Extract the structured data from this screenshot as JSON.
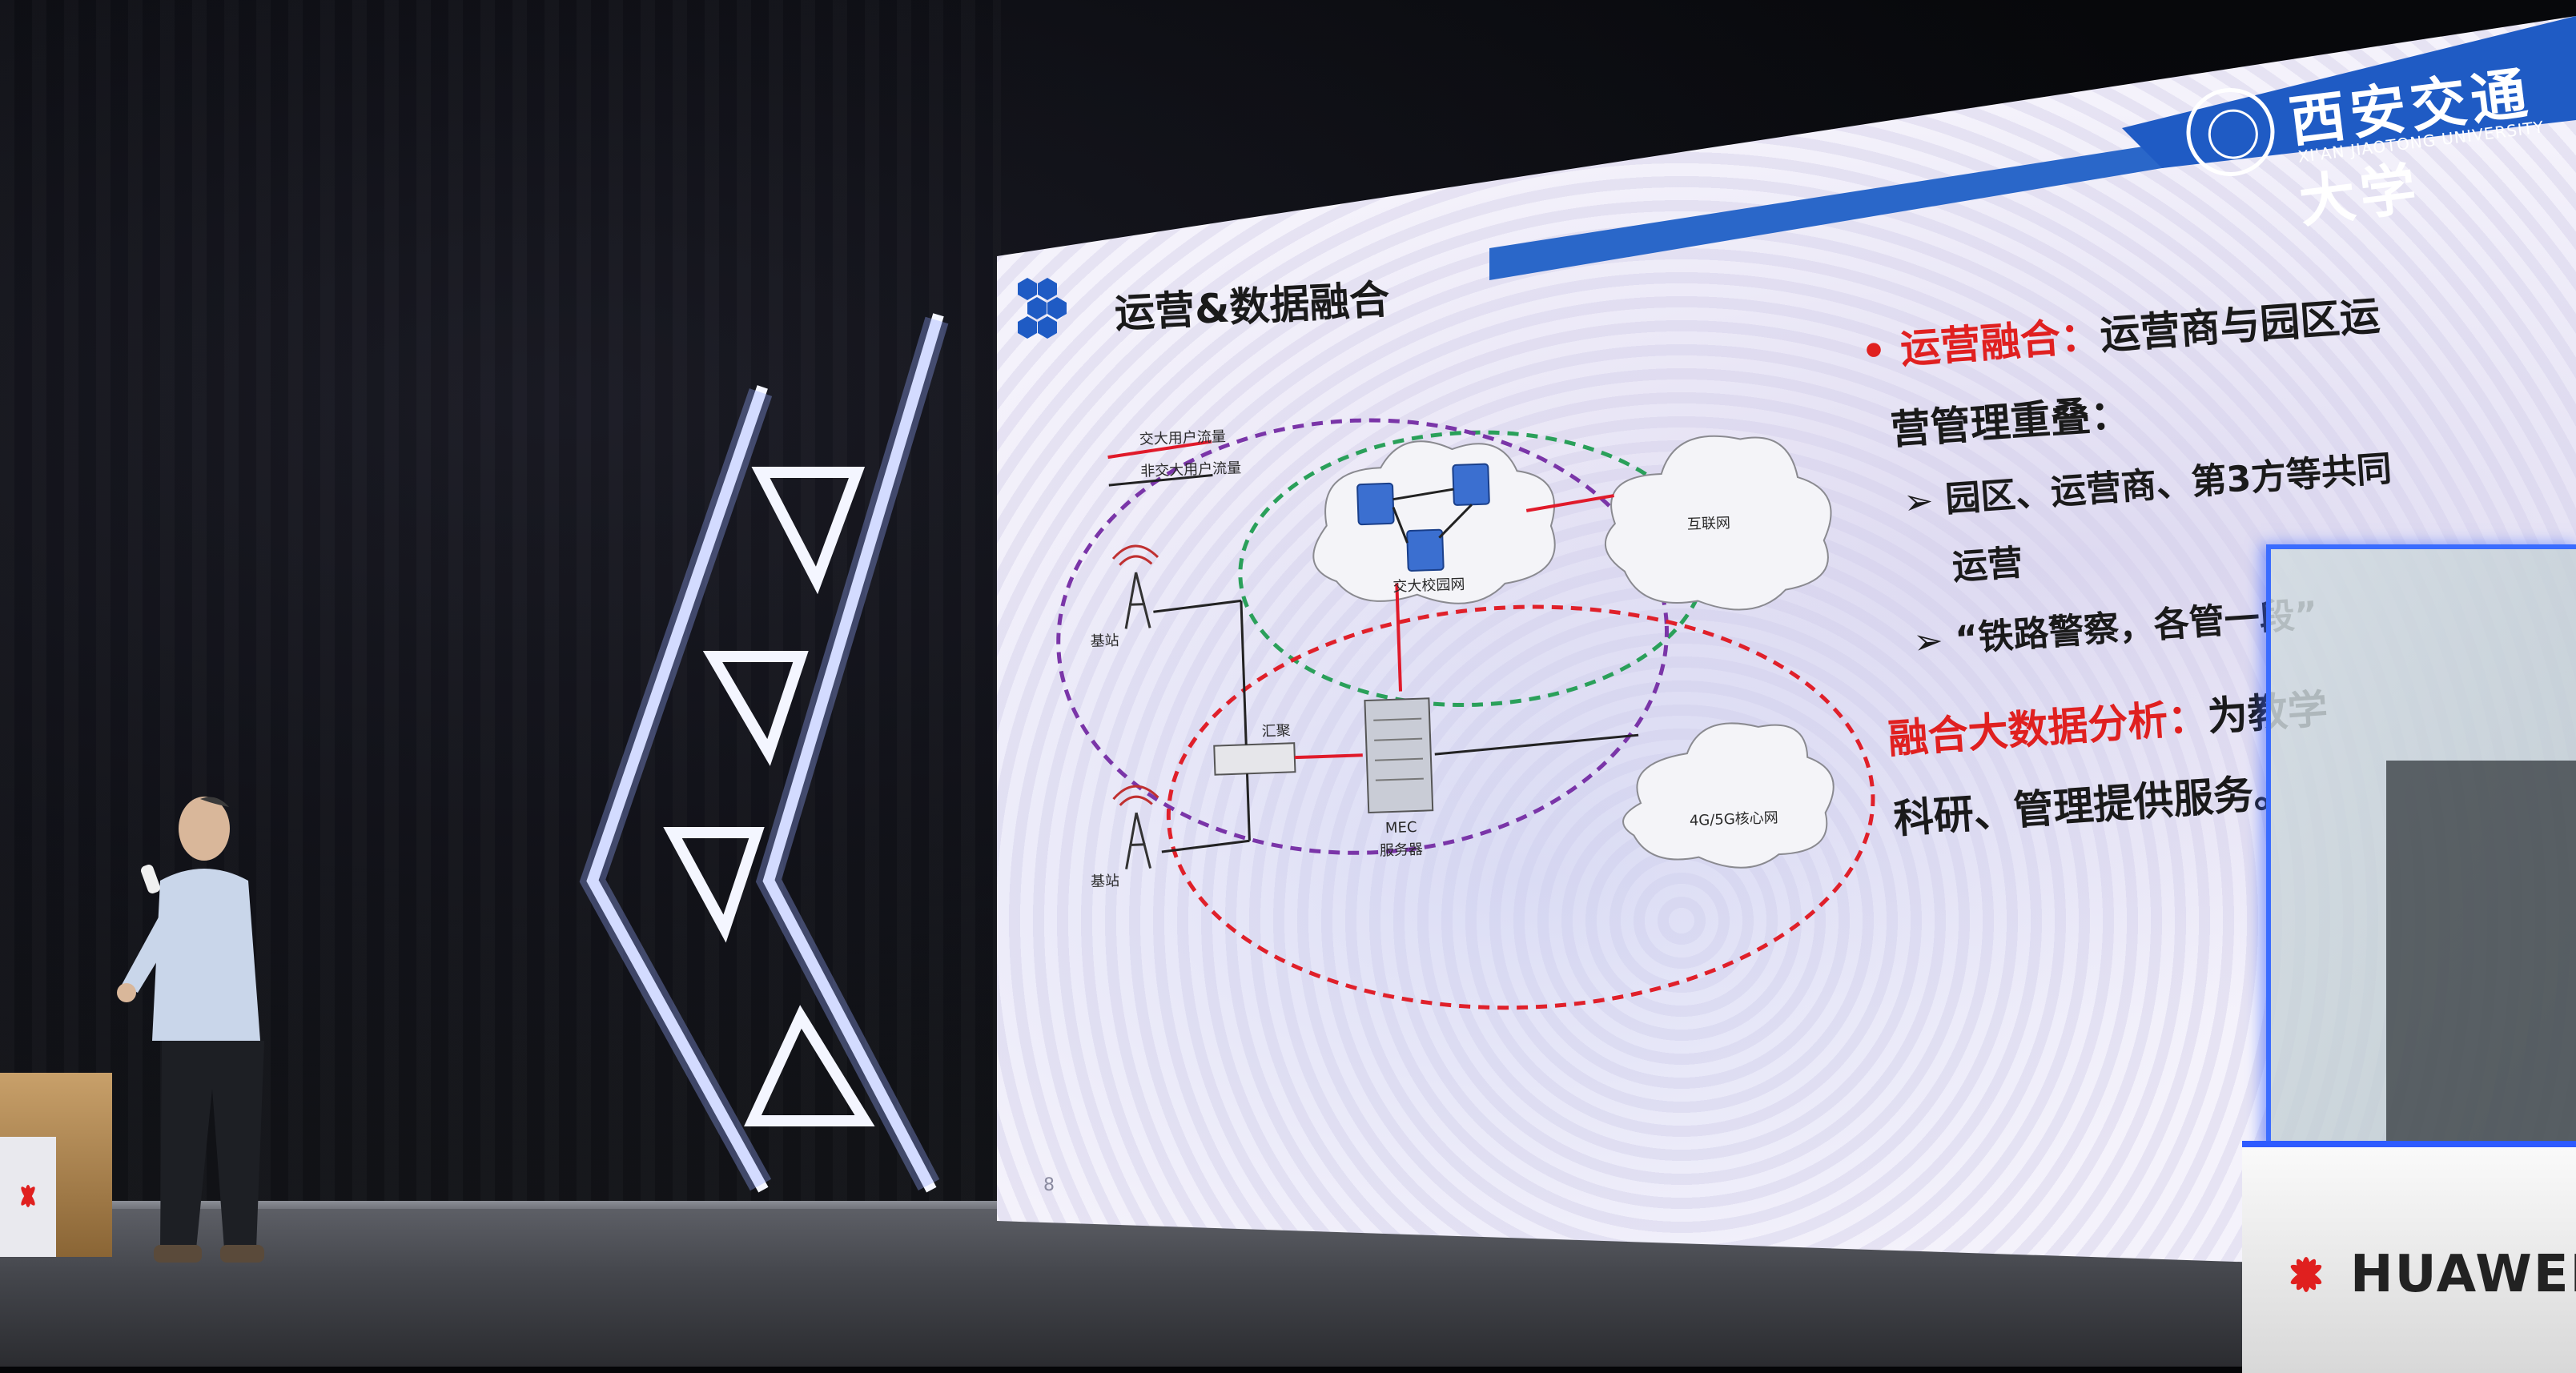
{
  "slide": {
    "title": "运营&数据融合",
    "page_number": "8",
    "logo": {
      "cn": "西安交通大学",
      "en": "XI'AN JIAOTONG UNIVERSITY"
    },
    "bullets": [
      {
        "type": "main",
        "highlight": "运营融合：",
        "text": "运营商与园区运"
      },
      {
        "type": "cont",
        "text": "营管理重叠："
      },
      {
        "type": "sub",
        "marker": "➢",
        "text": "园区、运营商、第3方等共同"
      },
      {
        "type": "cont",
        "text": "运营"
      },
      {
        "type": "sub",
        "marker": "➢",
        "text": "“铁路警察，各管一段”"
      },
      {
        "type": "main",
        "highlight": "融合大数据分析：",
        "text": "为教学"
      },
      {
        "type": "cont",
        "text": "科研、管理提供服务。"
      }
    ],
    "diagram": {
      "labels": {
        "jd_traffic": "交大用户流量",
        "non_jd_traffic": "非交大用户流量",
        "campus_net": "交大校园网",
        "internet": "互联网",
        "base_station_1": "基站",
        "base_station_2": "基站",
        "aggregation": "汇聚",
        "mec_1": "MEC",
        "mec_2": "服务器",
        "core_net": "4G/5G核心网"
      }
    }
  },
  "stage": {
    "podium_brand": "HUAWEI"
  },
  "colors": {
    "slide_accent": "#2a67c9",
    "highlight_red": "#e02020",
    "green_ellipse": "#2aa05a",
    "purple_ellipse": "#7a35a8",
    "red_ellipse": "#e0202a",
    "stage_blue": "#3a6cff"
  }
}
